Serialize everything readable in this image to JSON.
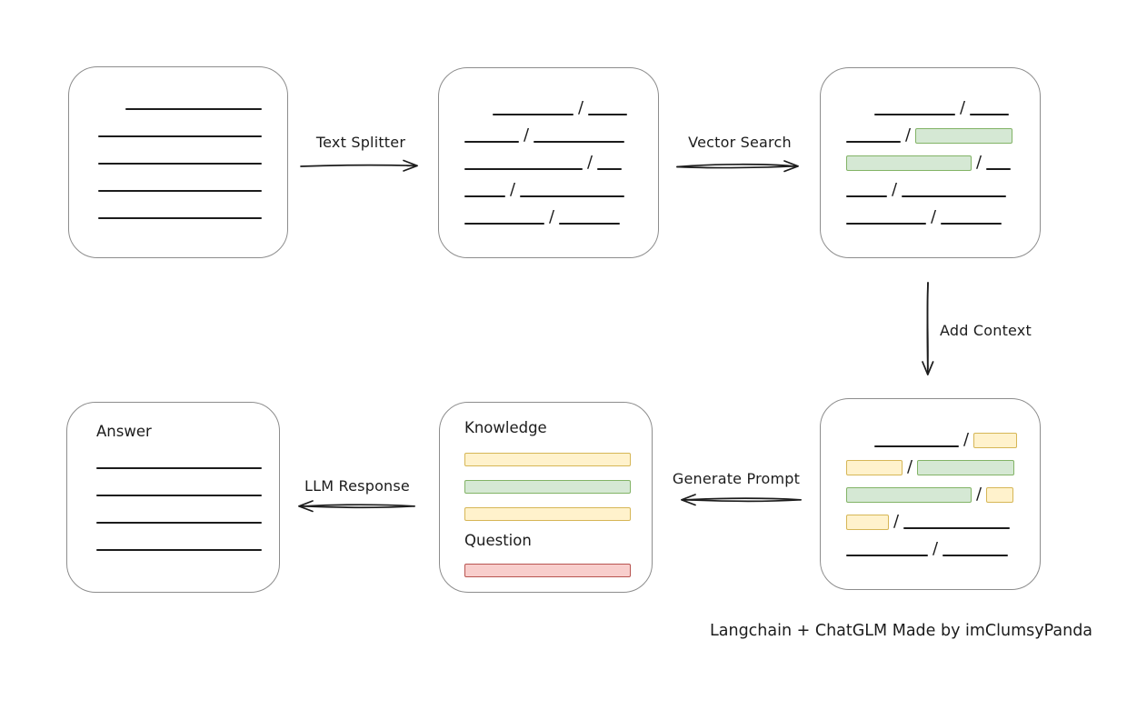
{
  "caption": "Langchain + ChatGLM Made by imClumsyPanda",
  "colors": {
    "line": "#1c1c1c",
    "box_border": "#8d8d8d",
    "green_fill": "#d5e8d4",
    "green_border": "#82b366",
    "yellow_fill": "#fff2cc",
    "yellow_border": "#d6b656",
    "red_fill": "#f8cecc",
    "red_border": "#b85450"
  },
  "edges": {
    "text_splitter": {
      "label": "Text Splitter",
      "direction": "right"
    },
    "vector_search": {
      "label": "Vector Search",
      "direction": "right"
    },
    "add_context": {
      "label": "Add Context",
      "direction": "down"
    },
    "generate_prompt": {
      "label": "Generate Prompt",
      "direction": "left"
    },
    "llm_response": {
      "label": "LLM Response",
      "direction": "left"
    }
  },
  "nodes": {
    "document": {
      "rows": [
        {
          "indent": 62,
          "segs": [
            {
              "t": "line",
              "w": 150
            }
          ]
        },
        {
          "indent": 32,
          "segs": [
            {
              "t": "line",
              "w": 180
            }
          ]
        },
        {
          "indent": 32,
          "segs": [
            {
              "t": "line",
              "w": 180
            }
          ]
        },
        {
          "indent": 32,
          "segs": [
            {
              "t": "line",
              "w": 180
            }
          ]
        },
        {
          "indent": 32,
          "segs": [
            {
              "t": "line",
              "w": 180
            }
          ]
        }
      ]
    },
    "chunks": {
      "rows": [
        {
          "indent": 59,
          "segs": [
            {
              "t": "line",
              "w": 89
            },
            {
              "t": "slash"
            },
            {
              "t": "line",
              "w": 43
            }
          ]
        },
        {
          "indent": 28,
          "segs": [
            {
              "t": "line",
              "w": 60
            },
            {
              "t": "slash"
            },
            {
              "t": "line",
              "w": 100
            }
          ]
        },
        {
          "indent": 28,
          "segs": [
            {
              "t": "line",
              "w": 130
            },
            {
              "t": "slash"
            },
            {
              "t": "line",
              "w": 27
            }
          ]
        },
        {
          "indent": 28,
          "segs": [
            {
              "t": "line",
              "w": 45
            },
            {
              "t": "slash"
            },
            {
              "t": "line",
              "w": 115
            }
          ]
        },
        {
          "indent": 28,
          "segs": [
            {
              "t": "line",
              "w": 88
            },
            {
              "t": "slash"
            },
            {
              "t": "line",
              "w": 67
            }
          ]
        }
      ]
    },
    "matched_chunks": {
      "rows": [
        {
          "indent": 59,
          "segs": [
            {
              "t": "line",
              "w": 89
            },
            {
              "t": "slash"
            },
            {
              "t": "line",
              "w": 43
            }
          ]
        },
        {
          "indent": 28,
          "segs": [
            {
              "t": "line",
              "w": 60
            },
            {
              "t": "slash"
            },
            {
              "t": "green",
              "w": 107
            }
          ]
        },
        {
          "indent": 28,
          "segs": [
            {
              "t": "green",
              "w": 138
            },
            {
              "t": "slash"
            },
            {
              "t": "line",
              "w": 27
            }
          ]
        },
        {
          "indent": 28,
          "segs": [
            {
              "t": "line",
              "w": 45
            },
            {
              "t": "slash"
            },
            {
              "t": "line",
              "w": 115
            }
          ]
        },
        {
          "indent": 28,
          "segs": [
            {
              "t": "line",
              "w": 88
            },
            {
              "t": "slash"
            },
            {
              "t": "line",
              "w": 67
            }
          ]
        }
      ]
    },
    "context_chunks": {
      "rows": [
        {
          "indent": 59,
          "segs": [
            {
              "t": "line",
              "w": 93
            },
            {
              "t": "slash"
            },
            {
              "t": "yellow",
              "w": 48
            }
          ]
        },
        {
          "indent": 28,
          "segs": [
            {
              "t": "yellow",
              "w": 62
            },
            {
              "t": "slash"
            },
            {
              "t": "green",
              "w": 107
            }
          ]
        },
        {
          "indent": 28,
          "segs": [
            {
              "t": "green",
              "w": 138
            },
            {
              "t": "slash"
            },
            {
              "t": "yellow",
              "w": 30
            }
          ]
        },
        {
          "indent": 28,
          "segs": [
            {
              "t": "yellow",
              "w": 47
            },
            {
              "t": "slash"
            },
            {
              "t": "line",
              "w": 117
            }
          ]
        },
        {
          "indent": 28,
          "segs": [
            {
              "t": "line",
              "w": 90
            },
            {
              "t": "slash"
            },
            {
              "t": "line",
              "w": 72
            }
          ]
        }
      ]
    },
    "prompt": {
      "knowledge_label": "Knowledge",
      "question_label": "Question",
      "knowledge_bars": [
        {
          "segs": [
            {
              "t": "yellow",
              "w": 183
            }
          ]
        },
        {
          "segs": [
            {
              "t": "green",
              "w": 183
            }
          ]
        },
        {
          "segs": [
            {
              "t": "yellow",
              "w": 183
            }
          ]
        }
      ],
      "question_bars": [
        {
          "segs": [
            {
              "t": "red",
              "w": 183
            }
          ]
        }
      ]
    },
    "answer": {
      "label": "Answer",
      "rows": [
        {
          "segs": [
            {
              "t": "line",
              "w": 182
            }
          ]
        },
        {
          "segs": [
            {
              "t": "line",
              "w": 182
            }
          ]
        },
        {
          "segs": [
            {
              "t": "line",
              "w": 182
            }
          ]
        },
        {
          "segs": [
            {
              "t": "line",
              "w": 182
            }
          ]
        }
      ]
    }
  }
}
